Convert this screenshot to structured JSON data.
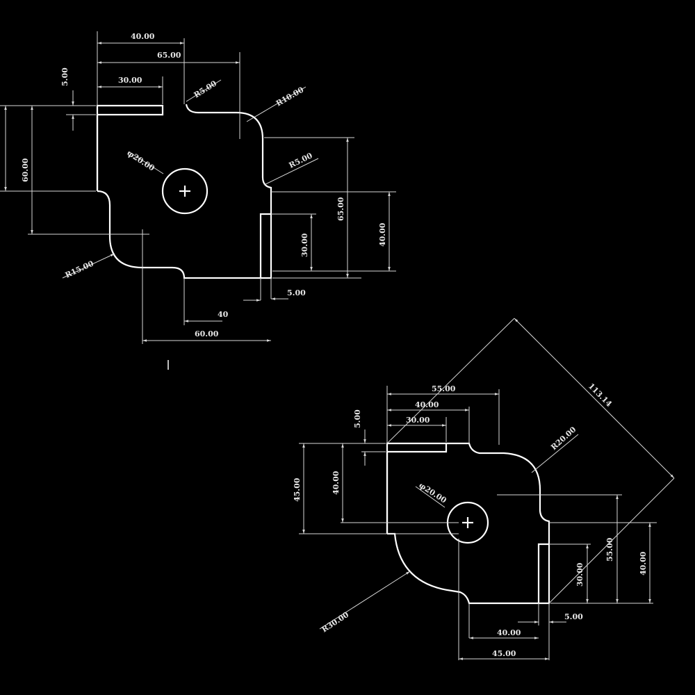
{
  "drawing_top": {
    "labels": {
      "d40": "40.00",
      "d65": "65.00",
      "d30": "30.00",
      "d5_top": "5.00",
      "r5_top": "R5.00",
      "r10": "R10.00",
      "phi20": "φ20.00",
      "r5_right": "R5.00",
      "d60_left": "60.00",
      "d65_right": "65.00",
      "d40_right": "40.00",
      "d30_right": "30.00",
      "r15": "R15.00",
      "d5_bottom": "5.00",
      "d40_bottom": "40",
      "d60_bottom": "60.00"
    }
  },
  "drawing_bottom": {
    "labels": {
      "d55": "55.00",
      "d40": "40.00",
      "d30": "30.00",
      "d5_top": "5.00",
      "r20": "R20.00",
      "d113": "113.14",
      "phi20": "φ20.00",
      "d45_left": "45.00",
      "d40_left": "40.00",
      "d55_right": "55.00",
      "d40_right": "40.00",
      "d30_right": "30.00",
      "d5_right": "5.00",
      "r30": "R30.00",
      "d40_bottom": "40.00",
      "d45_bottom": "45.00"
    }
  }
}
